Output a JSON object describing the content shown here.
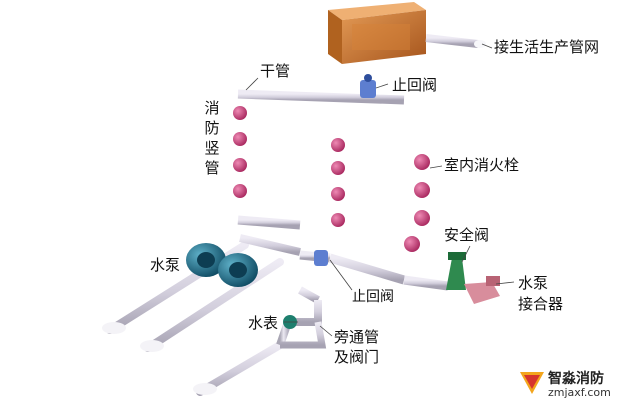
{
  "labels": {
    "water_supply": "接生活生产管网",
    "check_valve_top": "止回阀",
    "main_pipe": "干管",
    "fire_riser": "消防竖管",
    "hydrant": "室内消火栓",
    "safety_valve": "安全阀",
    "pump": "水泵",
    "check_valve_bottom": "止回阀",
    "pump_adapter_line1": "水泵",
    "pump_adapter_line2": "接合器",
    "water_meter": "水表",
    "bypass_line1": "旁通管",
    "bypass_line2": "及阀门"
  },
  "watermark": {
    "name": "智淼消防",
    "url": "zmjaxf.com"
  },
  "colors": {
    "pipe": "#d9d5e0",
    "pipe_edge": "#9d99aa",
    "hydrant": "#c83a7a",
    "tank": "#c8742d",
    "pump": "#1f6f8c",
    "valve": "#4a6fc4",
    "safety_valve": "#2f8a4f",
    "adapter": "#c97a8a"
  }
}
